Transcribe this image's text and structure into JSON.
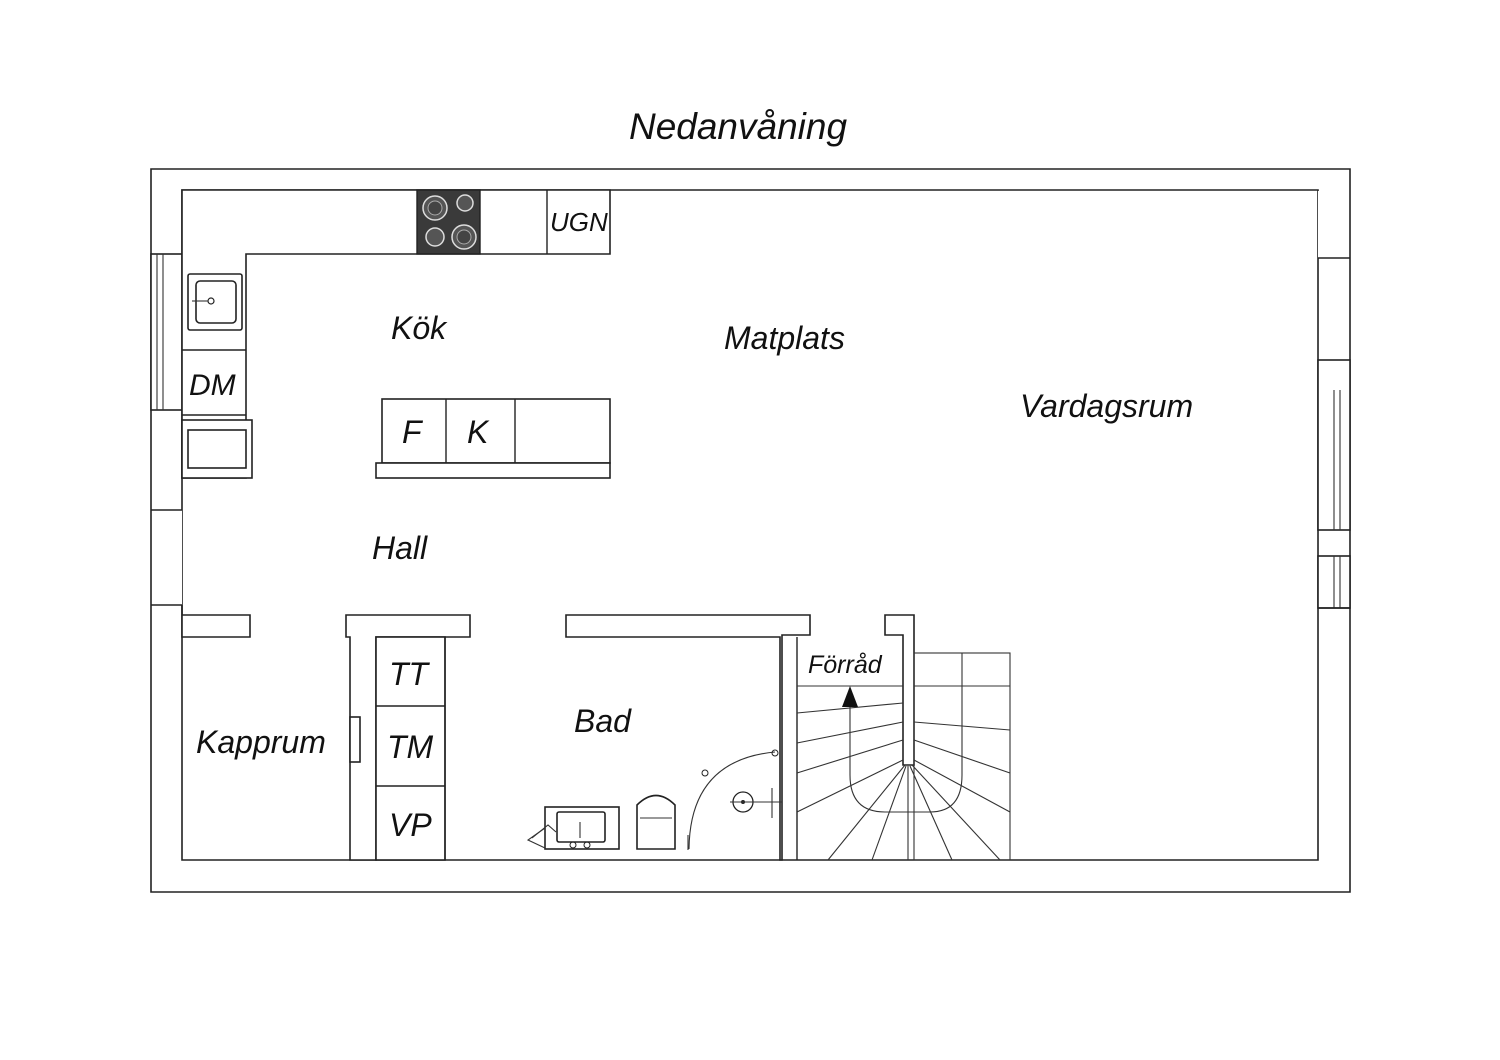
{
  "title": "Nedanvåning",
  "rooms": {
    "kok": "Kök",
    "matplats": "Matplats",
    "vardagsrum": "Vardagsrum",
    "hall": "Hall",
    "kapprum": "Kapprum",
    "bad": "Bad",
    "forrad": "Förråd"
  },
  "fixtures": {
    "ugn": "UGN",
    "dm": "DM",
    "f": "F",
    "k": "K",
    "tt": "TT",
    "tm": "TM",
    "vp": "VP"
  },
  "colors": {
    "line": "#222222",
    "stove": "#3a3a3a"
  }
}
